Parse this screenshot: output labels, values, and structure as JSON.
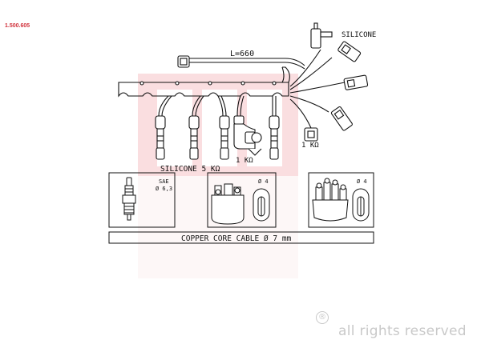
{
  "part_number": "1.500.605",
  "labels": {
    "silicone_top": "SILICONE",
    "length": "L=660",
    "silicone_res": "SILICONE  5 KΩ",
    "res_1k_center": "1 KΩ",
    "res_1k_right": "1 KΩ",
    "sae": "SAE",
    "thread": "Ø 6,3",
    "dia_4_a": "Ø 4",
    "dia_4_b": "Ø 4",
    "cable": "COPPER CORE CABLE  Ø 7 mm"
  },
  "footer": {
    "registered": "®",
    "rights": "all rights reserved"
  }
}
